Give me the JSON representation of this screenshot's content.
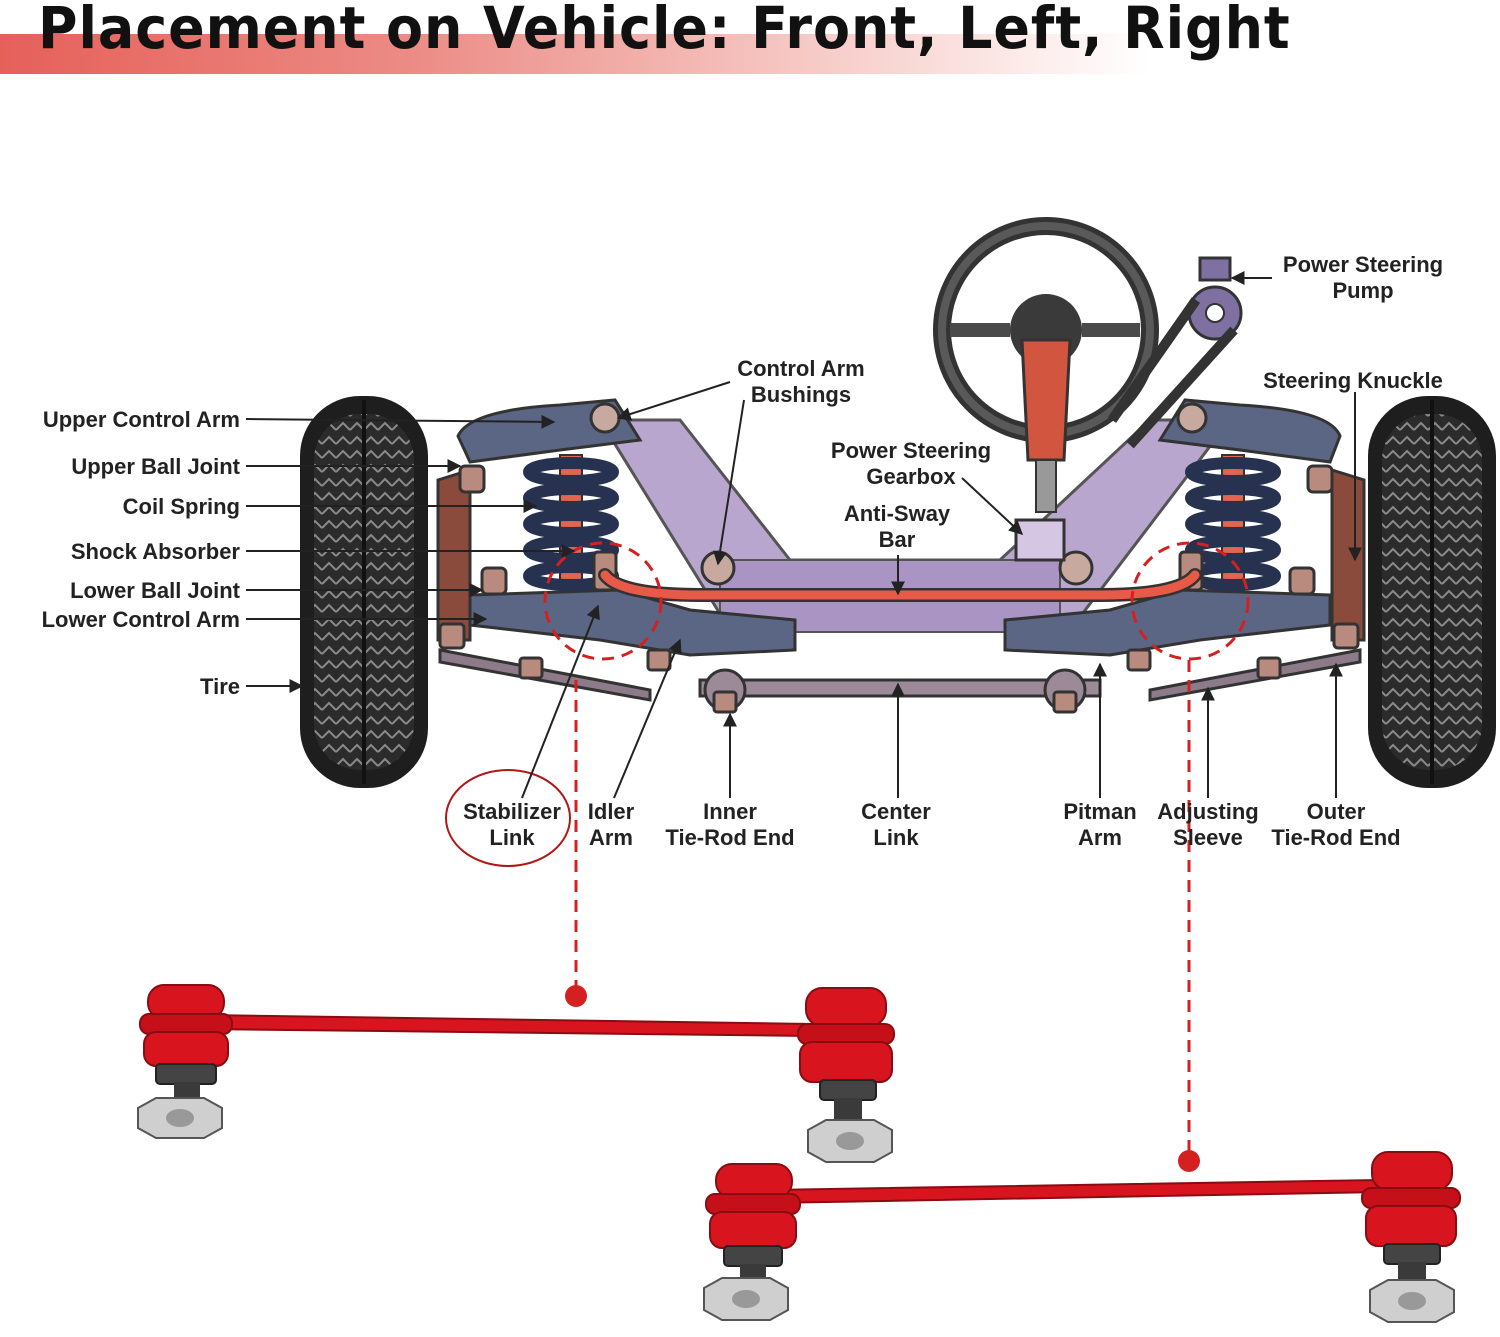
{
  "title": "Placement on Vehicle: Front, Left, Right",
  "labels": {
    "upper_control_arm": "Upper Control Arm",
    "upper_ball_joint": "Upper Ball Joint",
    "coil_spring": "Coil Spring",
    "shock_absorber": "Shock Absorber",
    "lower_ball_joint": "Lower Ball Joint",
    "lower_control_arm": "Lower Control Arm",
    "tire": "Tire",
    "control_arm_bushings_1": "Control Arm",
    "control_arm_bushings_2": "Bushings",
    "power_steering_gearbox_1": "Power Steering",
    "power_steering_gearbox_2": "Gearbox",
    "anti_sway_bar_1": "Anti-Sway",
    "anti_sway_bar_2": "Bar",
    "power_steering_pump_1": "Power Steering",
    "power_steering_pump_2": "Pump",
    "steering_knuckle": "Steering Knuckle",
    "stabilizer_link_1": "Stabilizer",
    "stabilizer_link_2": "Link",
    "idler_arm_1": "Idler",
    "idler_arm_2": "Arm",
    "inner_tie_rod_end_1": "Inner",
    "inner_tie_rod_end_2": "Tie-Rod End",
    "center_link_1": "Center",
    "center_link_2": "Link",
    "pitman_arm_1": "Pitman",
    "pitman_arm_2": "Arm",
    "adjusting_sleeve_1": "Adjusting",
    "adjusting_sleeve_2": "Sleeve",
    "outer_tie_rod_end_1": "Outer",
    "outer_tie_rod_end_2": "Tie-Rod End"
  },
  "colors": {
    "accent_red": "#d42020",
    "frame_purple": "#b9a6cf",
    "arm_slate": "#5b6584",
    "tire_dark": "#2a2a2a",
    "part_red": "#d8151f"
  }
}
